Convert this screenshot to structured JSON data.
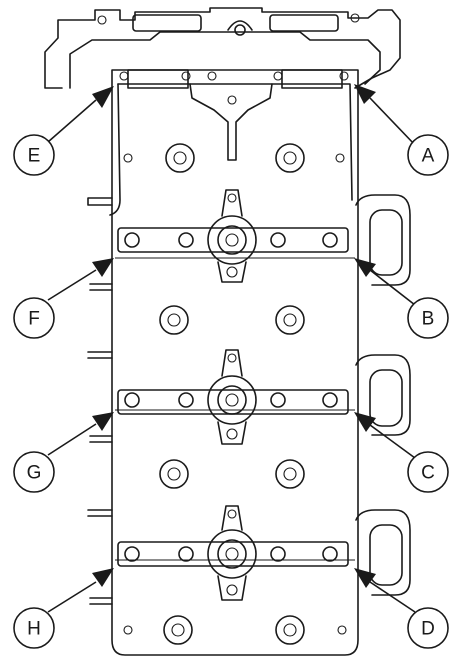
{
  "callouts": {
    "A": "A",
    "B": "B",
    "C": "C",
    "D": "D",
    "E": "E",
    "F": "F",
    "G": "G",
    "H": "H"
  },
  "colors": {
    "line": "#1a1a1a",
    "background": "#ffffff"
  }
}
